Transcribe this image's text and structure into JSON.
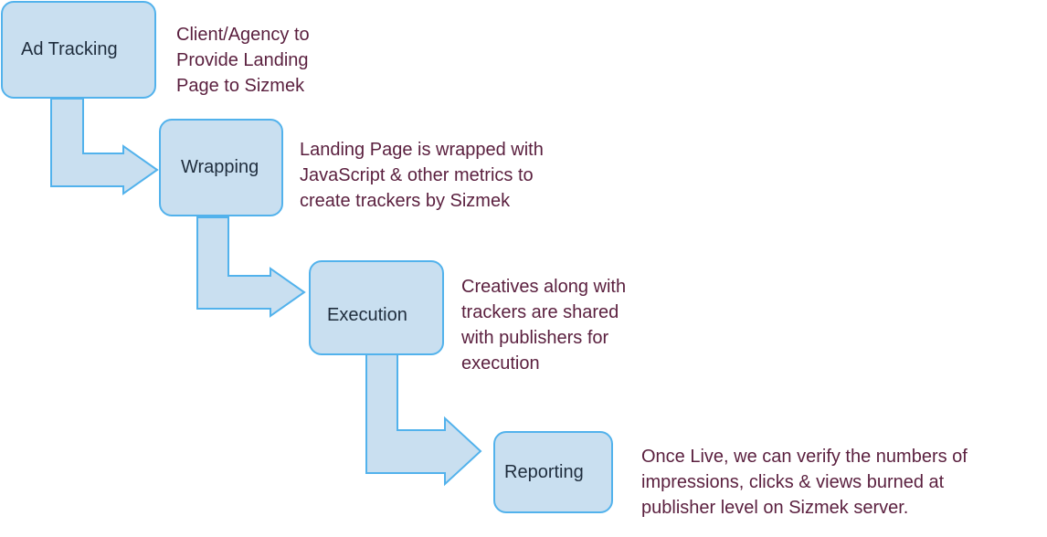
{
  "colors": {
    "box_fill": "#c9dff0",
    "box_border": "#52b2ec",
    "arrow_fill": "#c9dff0",
    "arrow_stroke": "#52b2ec",
    "box_text": "#1f2d3d",
    "desc_text": "#5a1f3e"
  },
  "steps": [
    {
      "label": "Ad Tracking",
      "description": [
        "Client/Agency  to",
        "Provide  Landing",
        "Page  to Sizmek"
      ]
    },
    {
      "label": "Wrapping",
      "description": [
        "Landing Page is  wrapped with",
        "JavaScript & other  metrics to",
        "create  trackers by Sizmek"
      ]
    },
    {
      "label": "Execution",
      "description": [
        "Creatives along with",
        "trackers are shared",
        "with publishers for",
        "execution"
      ]
    },
    {
      "label": "Reporting",
      "description": [
        "Once Live, we can verify  the numbers of",
        "impressions,  clicks &  views burned at",
        "publisher  level on Sizmek server."
      ]
    }
  ]
}
